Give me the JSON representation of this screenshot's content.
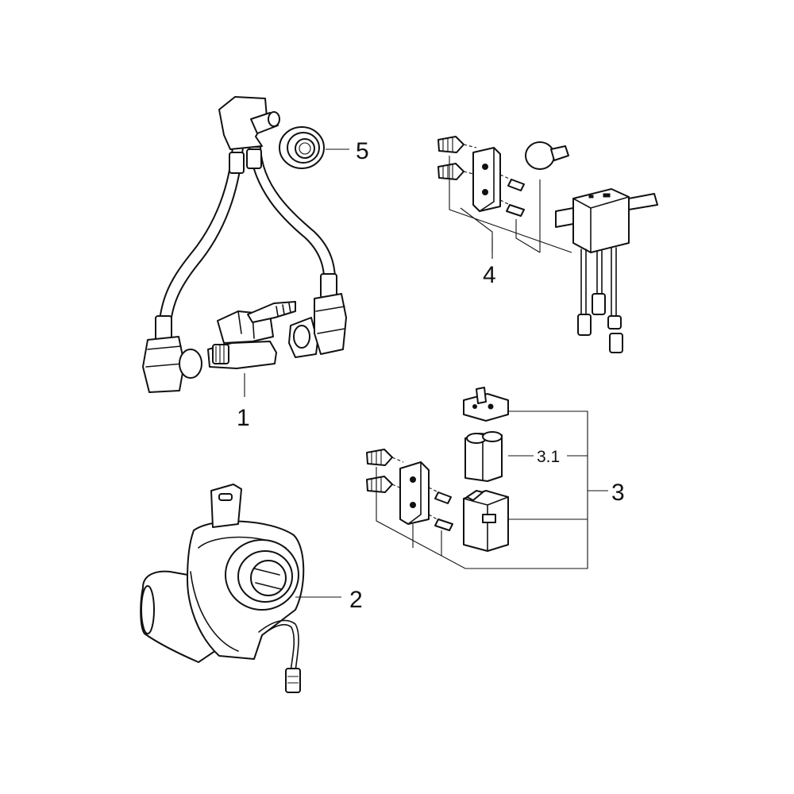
{
  "callouts": {
    "c1": "1",
    "c2": "2",
    "c3": "3",
    "c3_1": "3.1",
    "c4": "4",
    "c5": "5"
  }
}
